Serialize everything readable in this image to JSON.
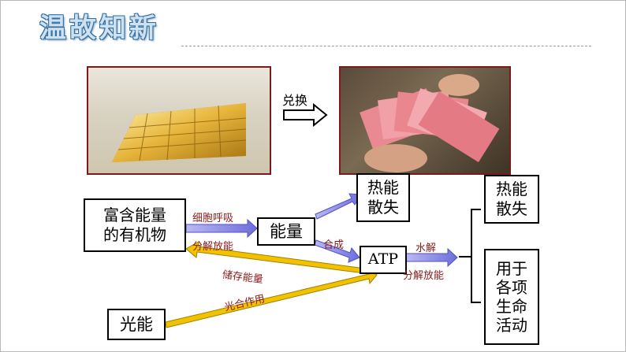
{
  "title": "温故知新",
  "exchange_label": "兑换",
  "boxes": {
    "rich_energy_line1": "富含能量",
    "rich_energy_line2": "的有机物",
    "energy": "能量",
    "heat1": "热能",
    "heat1b": "散失",
    "atp": "ATP",
    "heat2": "热能",
    "heat2b": "散失",
    "use1": "用于",
    "use2": "各项",
    "use3": "生命",
    "use4": "活动",
    "light": "光能"
  },
  "arrow_labels": {
    "respiration": "细胞呼吸",
    "decompose_release1": "分解放能",
    "synthesis": "合成",
    "hydrolysis": "水解",
    "decompose_release2": "分解放能",
    "store_energy": "储存能量",
    "photosynthesis": "光合作用"
  },
  "colors": {
    "title_fill": "#cfe0ef",
    "title_stroke": "#2f6ea4",
    "arrow_blue": "#7f7fe0",
    "arrow_yellow": "#f2c200",
    "label_red": "#8b1a1a"
  }
}
